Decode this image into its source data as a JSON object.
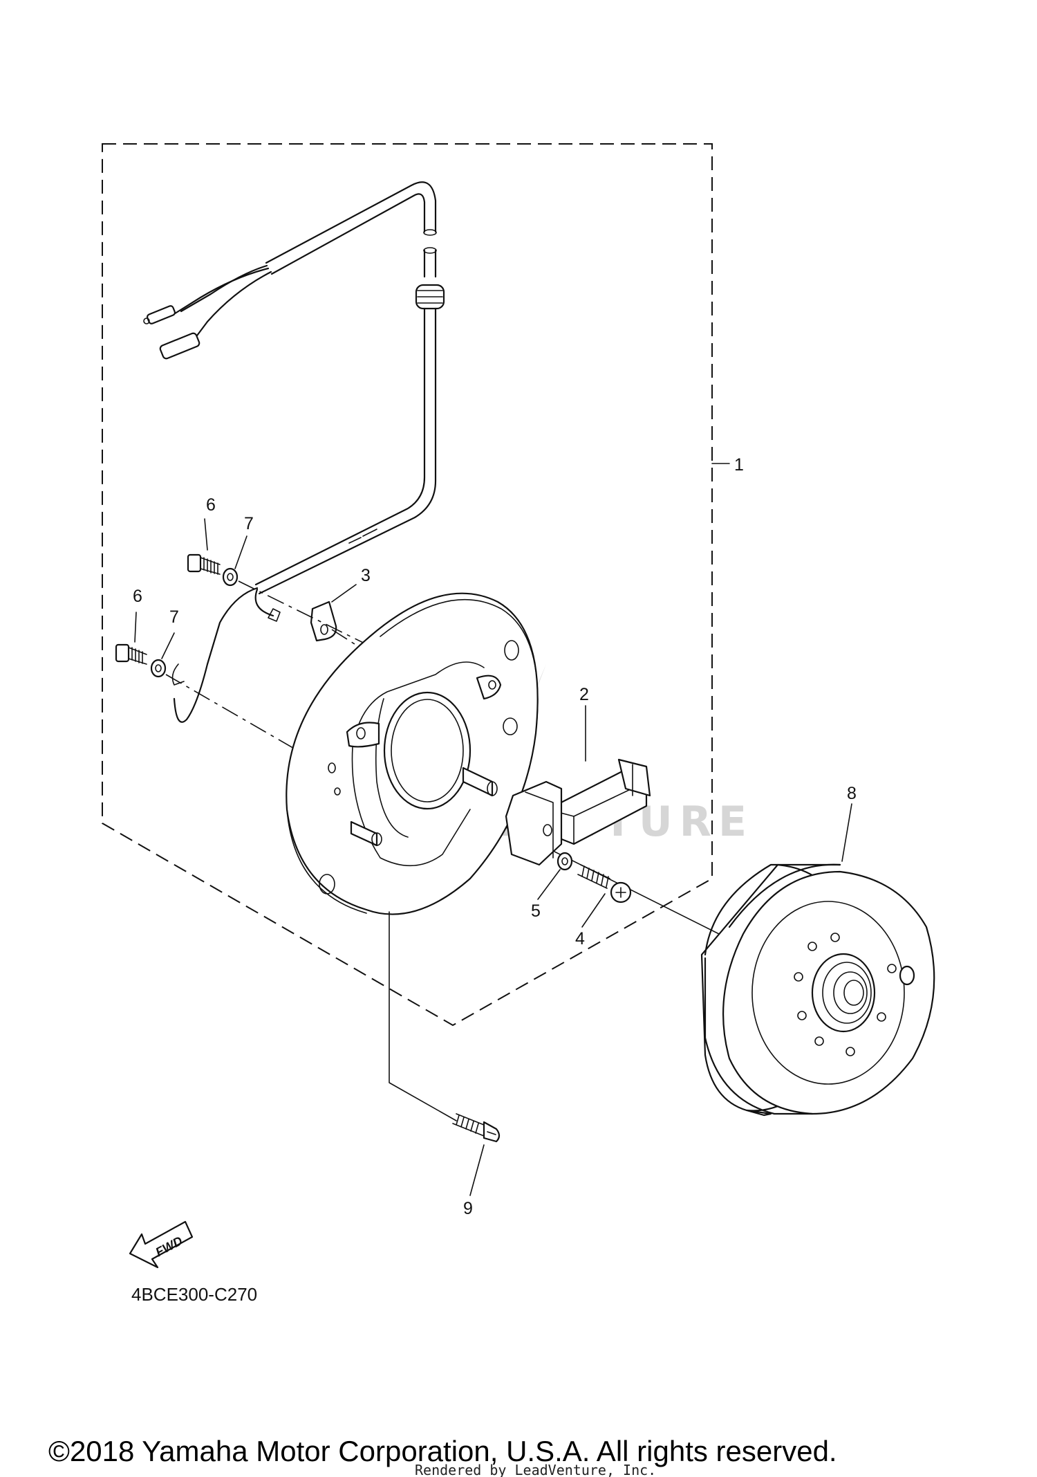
{
  "diagram_code": "4BCE300-C270",
  "fwd_label": "FWD",
  "copyright": "©2018 Yamaha Motor Corporation, U.S.A. All rights reserved.",
  "rendered_by": "Rendered by LeadVenture, Inc.",
  "watermark": "LEADVENTURE",
  "callouts": [
    {
      "id": "callout-1",
      "text": "1"
    },
    {
      "id": "callout-2",
      "text": "2"
    },
    {
      "id": "callout-3",
      "text": "3"
    },
    {
      "id": "callout-4",
      "text": "4"
    },
    {
      "id": "callout-5",
      "text": "5"
    },
    {
      "id": "callout-6a",
      "text": "6"
    },
    {
      "id": "callout-6b",
      "text": "6"
    },
    {
      "id": "callout-7a",
      "text": "7"
    },
    {
      "id": "callout-7b",
      "text": "7"
    },
    {
      "id": "callout-8",
      "text": "8"
    },
    {
      "id": "callout-9",
      "text": "9"
    }
  ]
}
